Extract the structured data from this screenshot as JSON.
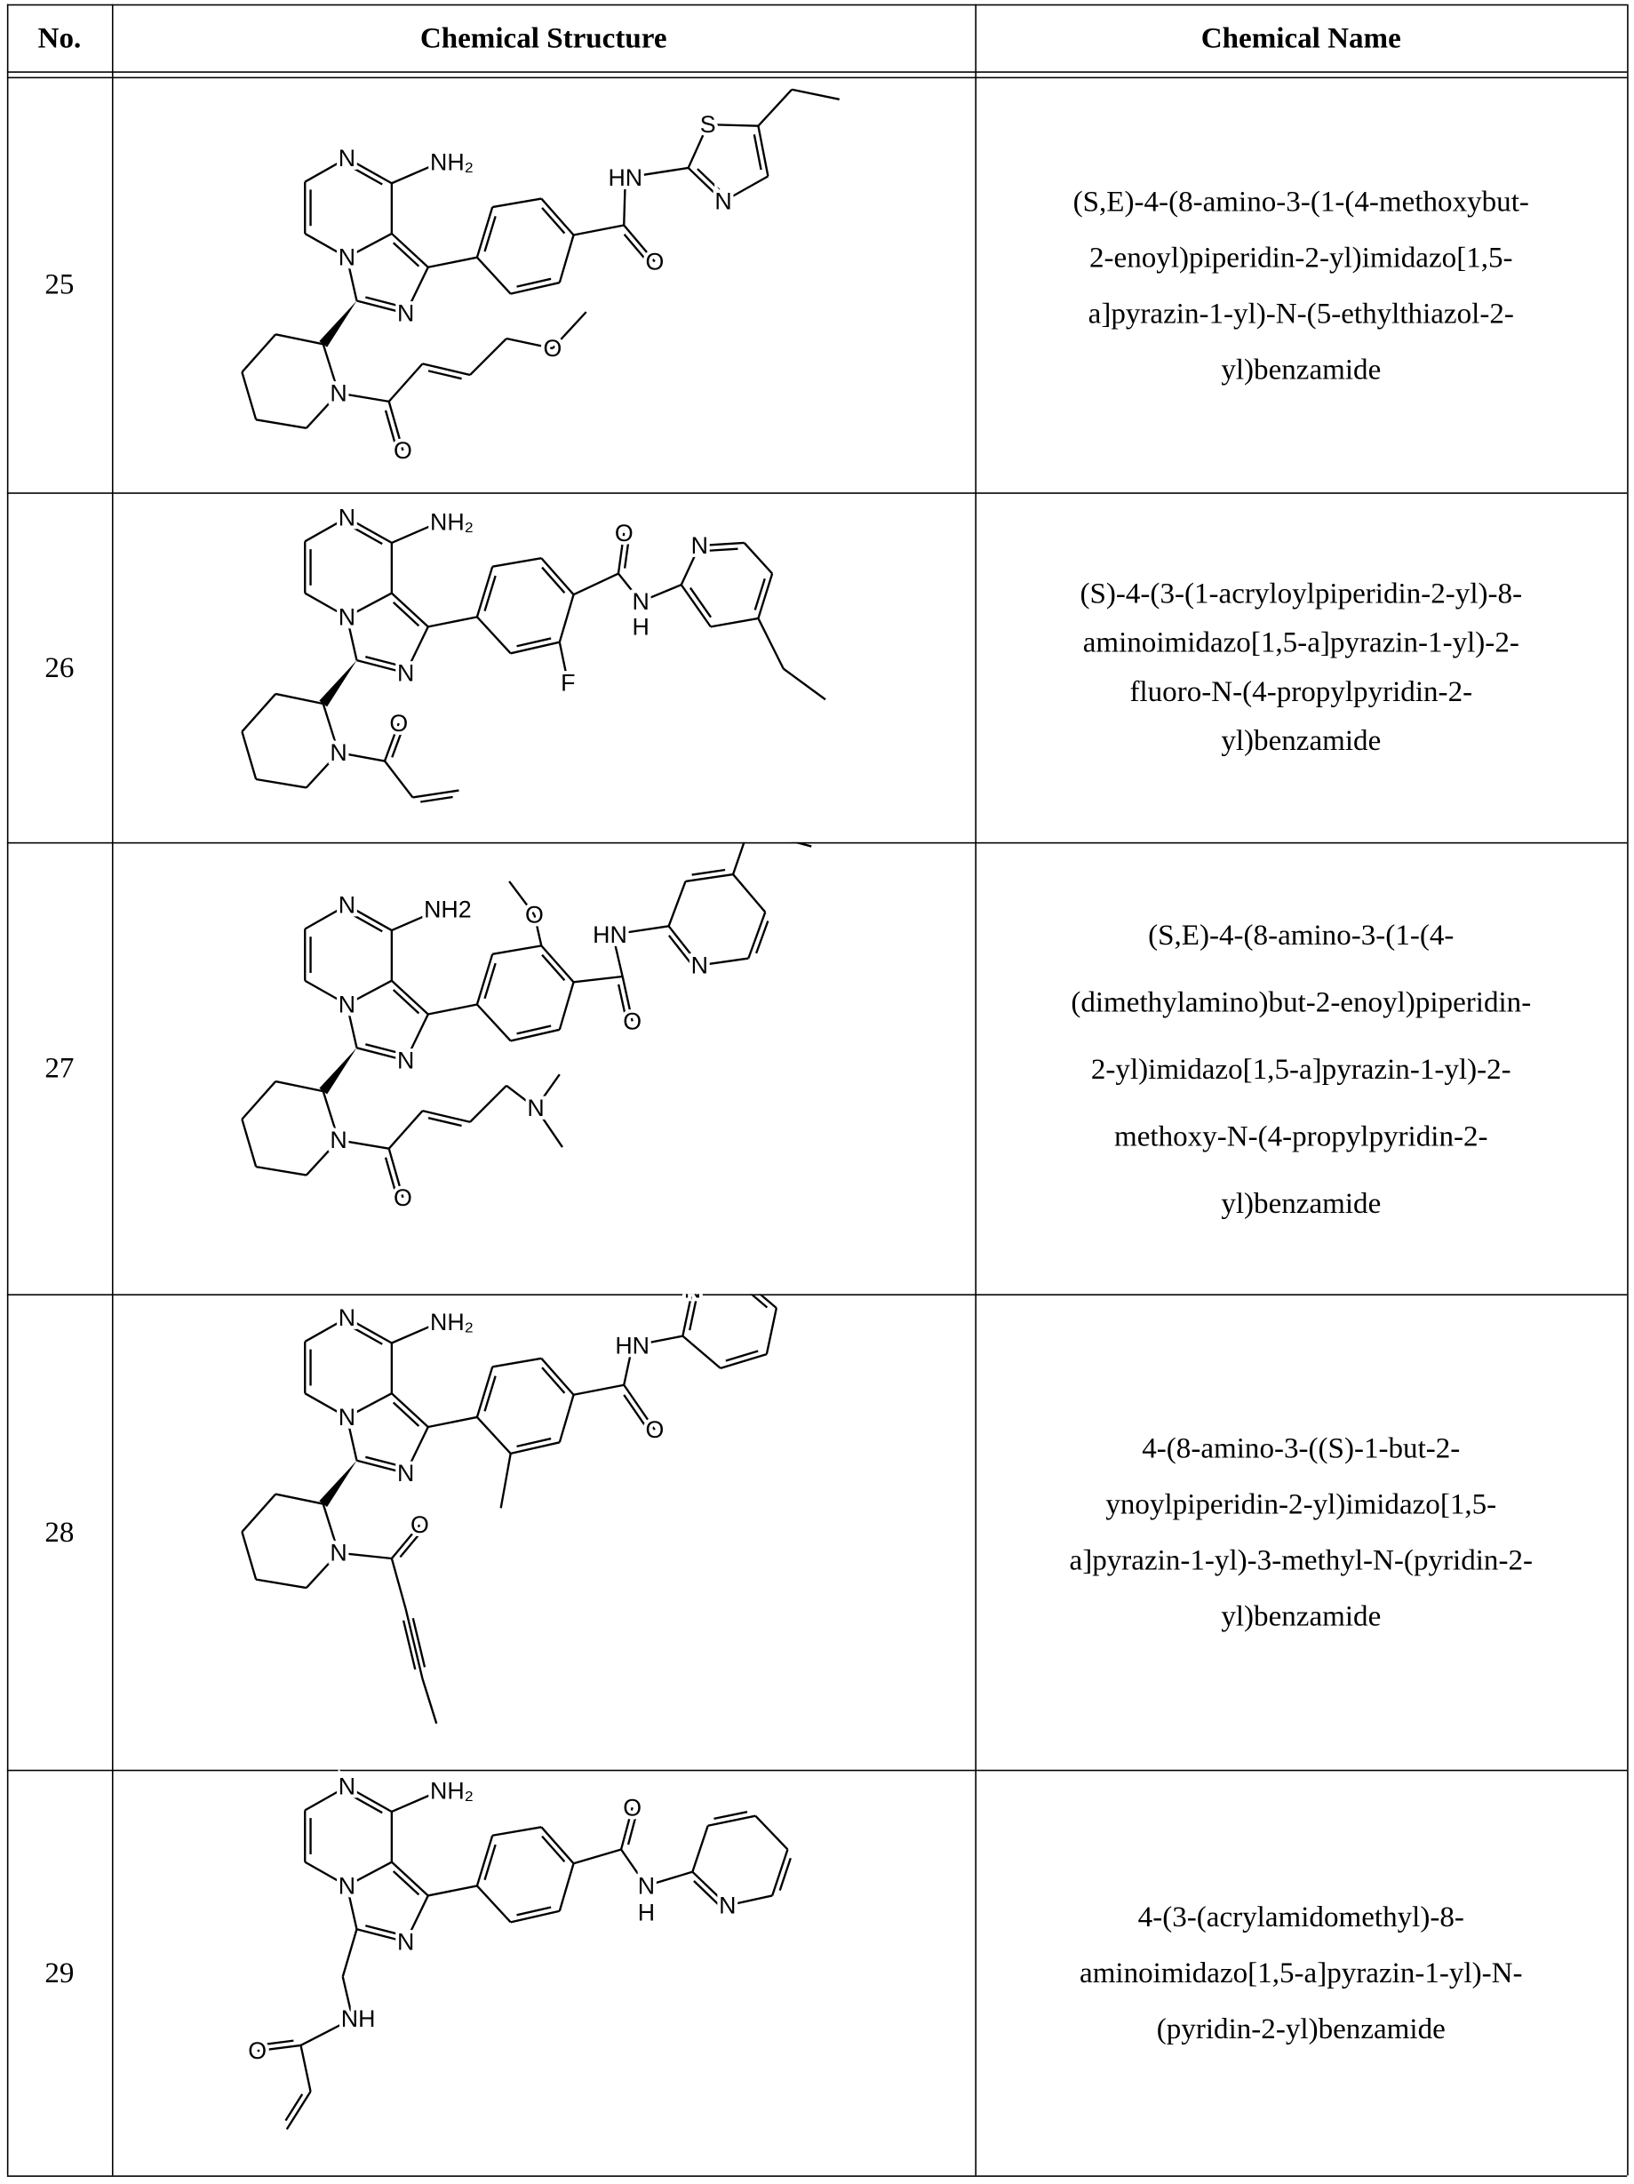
{
  "headers": {
    "no": "No.",
    "structure": "Chemical Structure",
    "name": "Chemical Name"
  },
  "rows": [
    {
      "no": "25",
      "name_lines": [
        "(S,E)-4-(8-amino-3-(1-(4-methoxybut-",
        "2-enoyl)piperidin-2-yl)imidazo[1,5-",
        "a]pyrazin-1-yl)-N-(5-ethylthiazol-2-",
        "yl)benzamide"
      ],
      "labels": [
        "N",
        "NH₂",
        "N",
        "N",
        "HN",
        "O",
        "S",
        "N",
        "N",
        "O",
        "O"
      ]
    },
    {
      "no": "26",
      "name_lines": [
        "(S)-4-(3-(1-acryloylpiperidin-2-yl)-8-",
        "aminoimidazo[1,5-a]pyrazin-1-yl)-2-",
        "fluoro-N-(4-propylpyridin-2-",
        "yl)benzamide"
      ],
      "labels": [
        "N",
        "NH₂",
        "N",
        "N",
        "F",
        "O",
        "N",
        "H",
        "N",
        "N",
        "O"
      ]
    },
    {
      "no": "27",
      "name_lines": [
        "(S,E)-4-(8-amino-3-(1-(4-",
        "(dimethylamino)but-2-enoyl)piperidin-",
        "2-yl)imidazo[1,5-a]pyrazin-1-yl)-2-",
        "methoxy-N-(4-propylpyridin-2-",
        "yl)benzamide"
      ],
      "labels": [
        "N",
        "NH2",
        "N",
        "N",
        "O",
        "HN",
        "O",
        "N",
        "N",
        "O",
        "N"
      ]
    },
    {
      "no": "28",
      "name_lines": [
        "4-(8-amino-3-((S)-1-but-2-",
        "ynoylpiperidin-2-yl)imidazo[1,5-",
        "a]pyrazin-1-yl)-3-methyl-N-(pyridin-2-",
        "yl)benzamide"
      ],
      "labels": [
        "N",
        "NH₂",
        "N",
        "N",
        "HN",
        "O",
        "N",
        "N",
        "O"
      ]
    },
    {
      "no": "29",
      "name_lines": [
        "4-(3-(acrylamidomethyl)-8-",
        "aminoimidazo[1,5-a]pyrazin-1-yl)-N-",
        "(pyridin-2-yl)benzamide"
      ],
      "labels": [
        "N",
        "NH₂",
        "N",
        "N",
        "O",
        "N",
        "H",
        "N",
        "NH",
        "O"
      ]
    }
  ]
}
